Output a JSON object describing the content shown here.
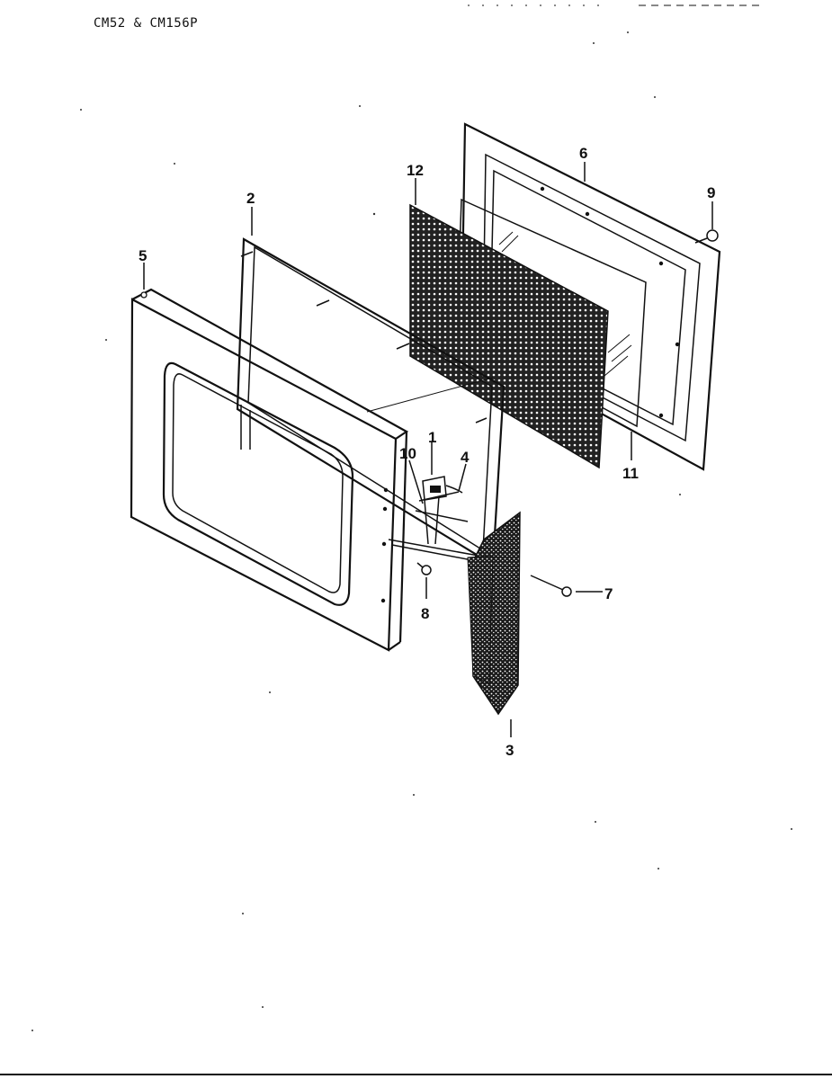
{
  "title": "CM52  &  CM156P",
  "callouts": [
    {
      "id": "1",
      "label": "1"
    },
    {
      "id": "2",
      "label": "2"
    },
    {
      "id": "3",
      "label": "3"
    },
    {
      "id": "4",
      "label": "4"
    },
    {
      "id": "5",
      "label": "5"
    },
    {
      "id": "6",
      "label": "6"
    },
    {
      "id": "7",
      "label": "7"
    },
    {
      "id": "8",
      "label": "8"
    },
    {
      "id": "9",
      "label": "9"
    },
    {
      "id": "10",
      "label": "10"
    },
    {
      "id": "11",
      "label": "11"
    },
    {
      "id": "12",
      "label": "12"
    }
  ]
}
